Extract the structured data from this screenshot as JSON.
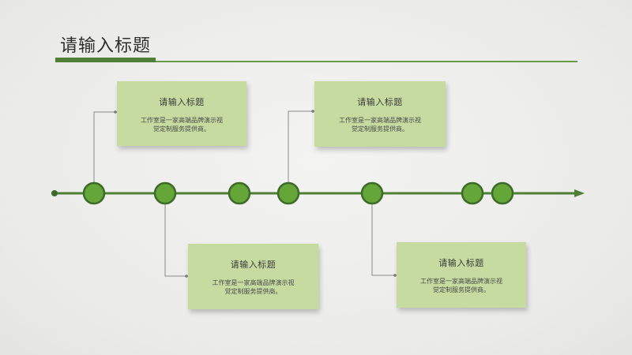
{
  "slide": {
    "title": "请输入标题"
  },
  "colors": {
    "accent_dark": "#4f7e36",
    "accent_line": "#6a9a45",
    "node_fill": "#65a638",
    "node_ring": "#3d6b2a",
    "card_fill": "#c6dba0"
  },
  "timeline": {
    "arrow_icon": "arrow-right-icon"
  },
  "cards": [
    {
      "title": "请输入标题",
      "body_line1": "工作室是一家高端品牌演示视",
      "body_line2": "觉定制服务提供商。"
    },
    {
      "title": "请输入标题",
      "body_line1": "工作室是一家高端品牌演示视",
      "body_line2": "觉定制服务提供商。"
    },
    {
      "title": "请输入标题",
      "body_line1": "工作室是一家高端品牌演示视",
      "body_line2": "觉定制服务提供商。"
    },
    {
      "title": "请输入标题",
      "body_line1": "工作室是一家高端品牌演示视",
      "body_line2": "觉定制服务提供商。"
    }
  ]
}
